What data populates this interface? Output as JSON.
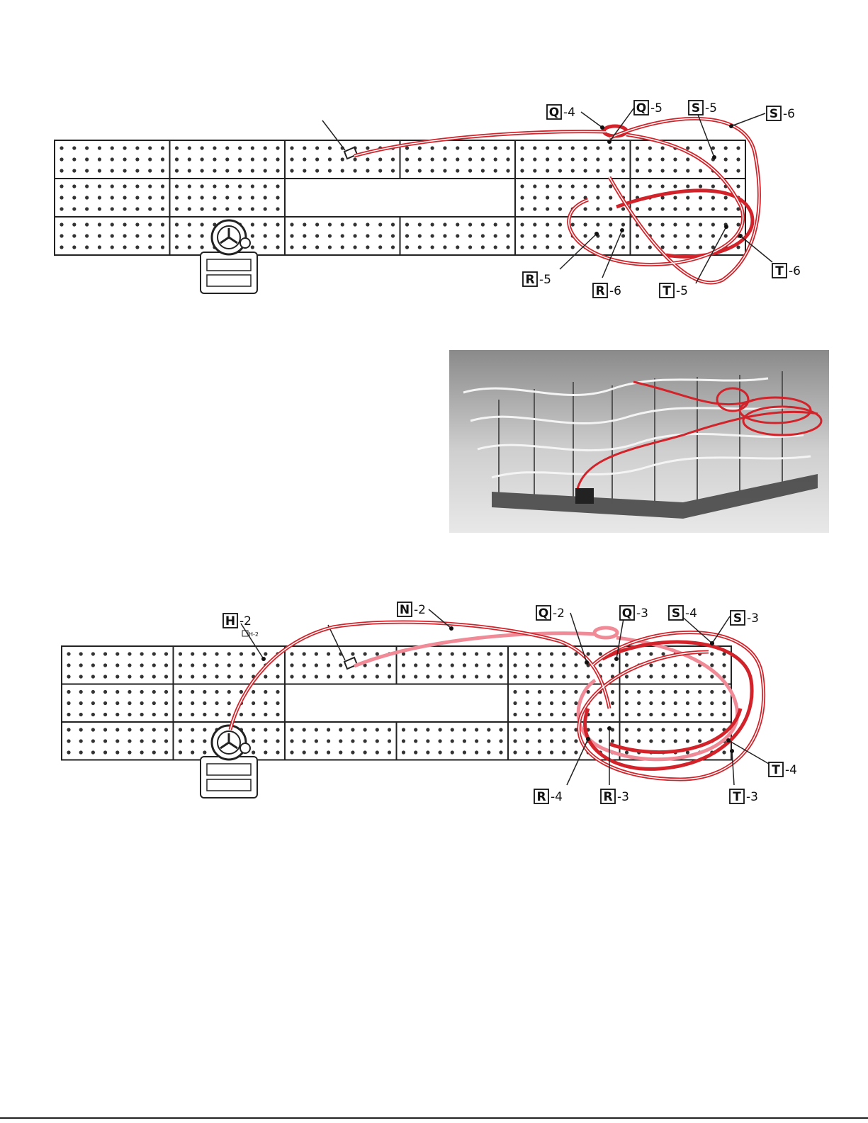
{
  "top_diagram": {
    "labels": [
      {
        "id": "Q-4",
        "letter": "Q",
        "suffix": "-4"
      },
      {
        "id": "Q-5",
        "letter": "Q",
        "suffix": "-5"
      },
      {
        "id": "S-5",
        "letter": "S",
        "suffix": "-5"
      },
      {
        "id": "S-6",
        "letter": "S",
        "suffix": "-6"
      },
      {
        "id": "R-5",
        "letter": "R",
        "suffix": "-5"
      },
      {
        "id": "R-6",
        "letter": "R",
        "suffix": "-6"
      },
      {
        "id": "T-5",
        "letter": "T",
        "suffix": "-5"
      },
      {
        "id": "T-6",
        "letter": "T",
        "suffix": "-6"
      }
    ]
  },
  "bottom_diagram": {
    "labels": [
      {
        "id": "H-2",
        "letter": "H",
        "suffix": "-2"
      },
      {
        "id": "N-2",
        "letter": "N",
        "suffix": "-2"
      },
      {
        "id": "Q-2",
        "letter": "Q",
        "suffix": "-2"
      },
      {
        "id": "Q-3",
        "letter": "Q",
        "suffix": "-3"
      },
      {
        "id": "S-4",
        "letter": "S",
        "suffix": "-4"
      },
      {
        "id": "S-3",
        "letter": "S",
        "suffix": "-3"
      },
      {
        "id": "R-4",
        "letter": "R",
        "suffix": "-4"
      },
      {
        "id": "R-3",
        "letter": "R",
        "suffix": "-3"
      },
      {
        "id": "T-4",
        "letter": "T",
        "suffix": "-4"
      },
      {
        "id": "T-3",
        "letter": "T",
        "suffix": "-3"
      }
    ],
    "small_label": "H-2"
  },
  "colors": {
    "rail_red": "#d2232a",
    "rail_pink": "#f08a96",
    "outline": "#222222",
    "hole": "#333333"
  }
}
